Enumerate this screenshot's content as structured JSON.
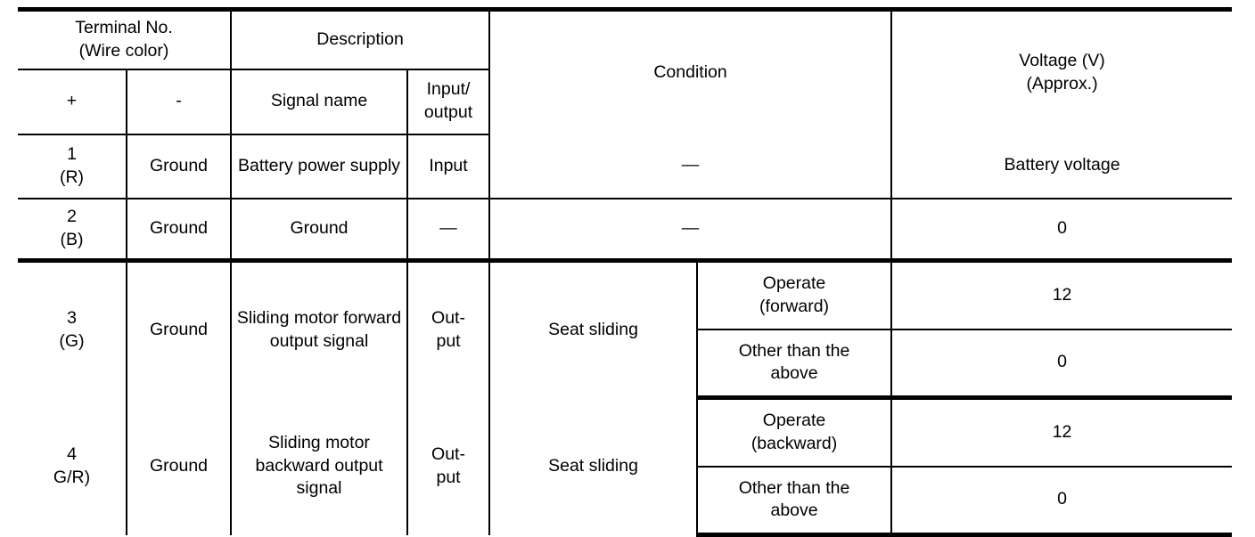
{
  "table": {
    "headers": {
      "terminal_no": "Terminal No.\n(Wire color)",
      "plus": "+",
      "minus": "-",
      "description": "Description",
      "signal_name": "Signal name",
      "input_output": "Input/\noutput",
      "condition": "Condition",
      "voltage": "Voltage (V)\n(Approx.)"
    },
    "rows": [
      {
        "terminal": "1\n(R)",
        "ground": "Ground",
        "signal_name": "Battery power supply",
        "io": "Input",
        "condition_merged": "—",
        "voltage": "Battery voltage"
      },
      {
        "terminal": "2\n(B)",
        "ground": "Ground",
        "signal_name": "Ground",
        "io": "—",
        "condition_merged": "—",
        "voltage": "0"
      },
      {
        "terminal": "3\n(G)",
        "ground": "Ground",
        "signal_name": "Sliding motor forward output signal",
        "io": "Out-\nput",
        "condition_group": "Seat sliding",
        "sub": [
          {
            "condition": "Operate\n(forward)",
            "voltage": "12"
          },
          {
            "condition": "Other than the\nabove",
            "voltage": "0"
          }
        ]
      },
      {
        "terminal": "4\nG/R)",
        "ground": "Ground",
        "signal_name": "Sliding motor backward output signal",
        "io": "Out-\nput",
        "condition_group": "Seat sliding",
        "sub": [
          {
            "condition": "Operate\n(backward)",
            "voltage": "12"
          },
          {
            "condition": "Other than the\nabove",
            "voltage": "0"
          }
        ]
      }
    ]
  },
  "style": {
    "rule_color": "#000000",
    "background": "#ffffff",
    "text_color": "#000000"
  }
}
